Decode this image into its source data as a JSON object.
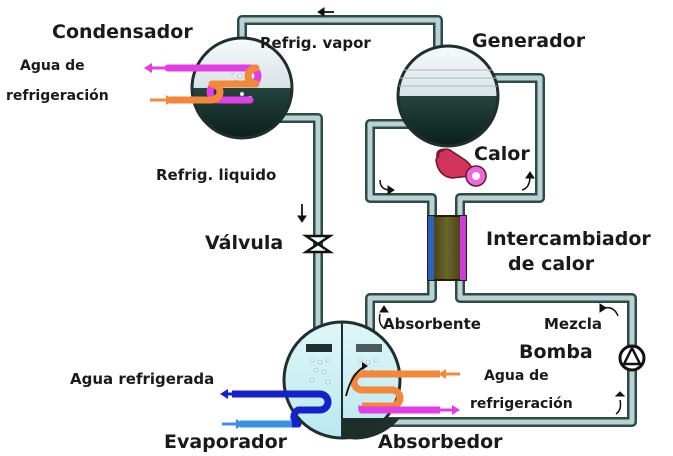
{
  "labels": {
    "condensador": "Condensador",
    "generador": "Generador",
    "refrig_vapor": "Refrig. vapor",
    "agua_refrigeracion_top_1": "Agua de",
    "agua_refrigeracion_top_2": "refrigeración",
    "calor": "Calor",
    "refrig_liquido": "Refrig. liquido",
    "valvula": "Válvula",
    "intercambiador_1": "Intercambiador",
    "intercambiador_2": "de calor",
    "absorbente": "Absorbente",
    "mezcla": "Mezcla",
    "bomba": "Bomba",
    "agua_refrigerada": "Agua refrigerada",
    "agua_refrigeracion_bottom_1": "Agua de",
    "agua_refrigeracion_bottom_2": "refrigeración",
    "evaporador": "Evaporador",
    "absorbedor": "Absorbedor"
  },
  "colors": {
    "pipe": "#2e4a4a",
    "pipe_light": "#b9d3d3",
    "vessel_top": "#e8eef0",
    "vessel_liquid": "#16302a",
    "vessel_bottom": "#d7f2f4",
    "hot_water": "#f3883b",
    "return_water": "#e23ee6",
    "chilled_out": "#1422c8",
    "chilled_in": "#3a8fe6",
    "burner": "#d2335a",
    "exchanger_left": "#2f63b8",
    "exchanger_right": "#d23ad6",
    "exchanger_body": "#4f4a1c"
  }
}
